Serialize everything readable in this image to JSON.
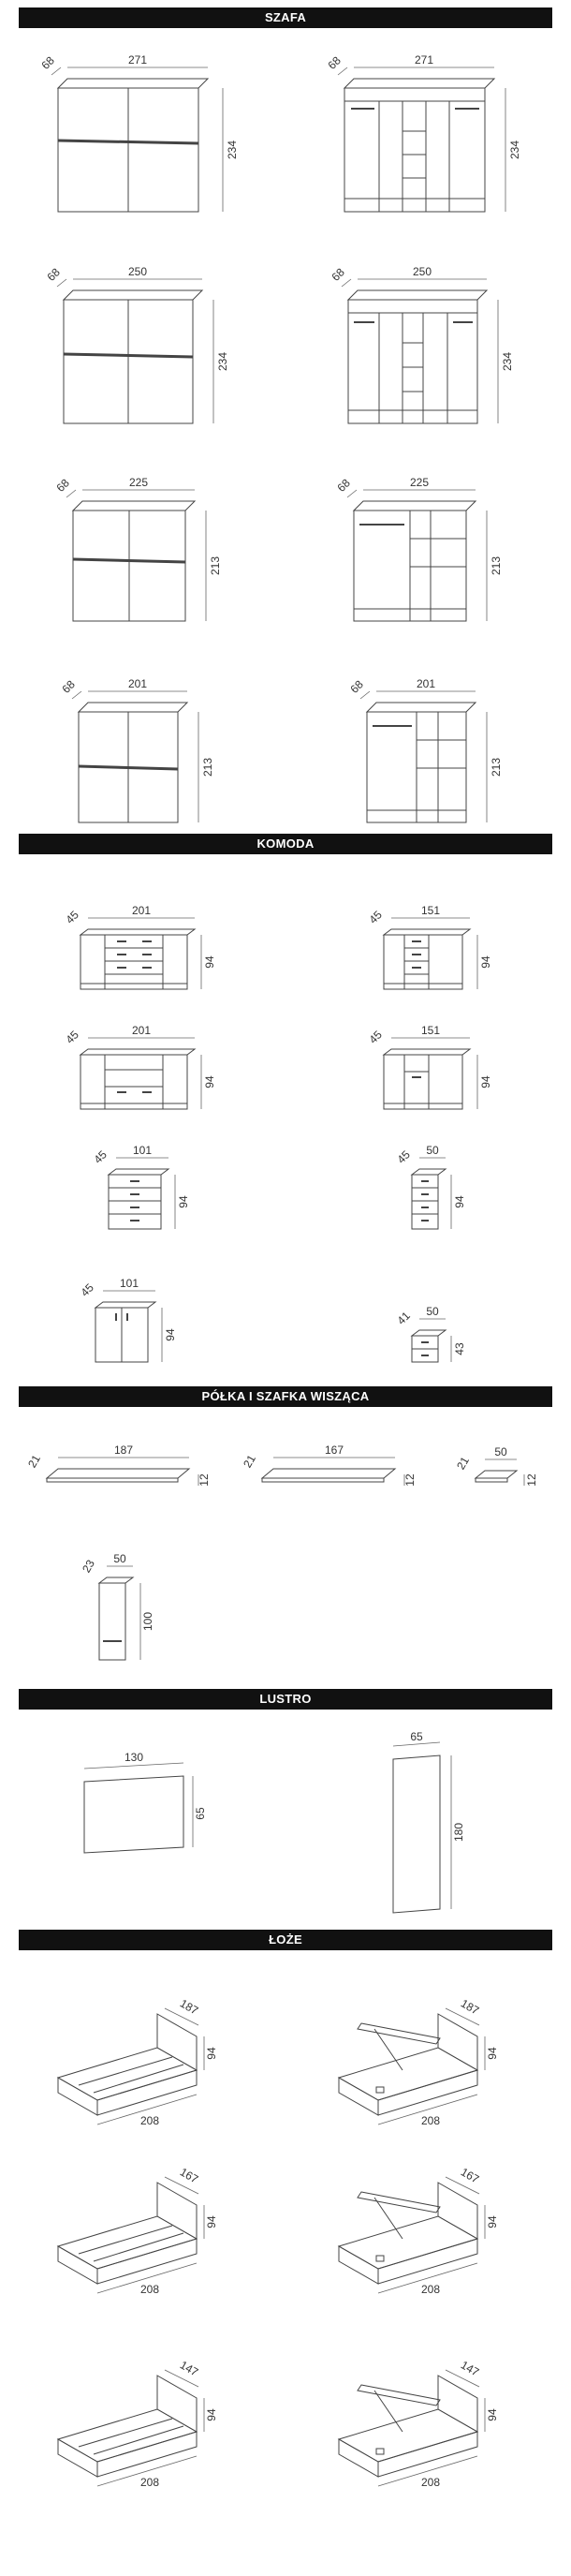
{
  "sections": {
    "szafa": "SZAFA",
    "komoda": "KOMODA",
    "polka": "PÓŁKA I SZAFKA WISZĄCA",
    "lustro": "LUSTRO",
    "loze": "ŁOŻE"
  },
  "wardrobes": [
    {
      "depth": "68",
      "width": "271",
      "height": "234"
    },
    {
      "depth": "68",
      "width": "250",
      "height": "234"
    },
    {
      "depth": "68",
      "width": "225",
      "height": "213"
    },
    {
      "depth": "68",
      "width": "201",
      "height": "213"
    }
  ],
  "dressers": [
    {
      "depth": "45",
      "width": "201",
      "height": "94"
    },
    {
      "depth": "45",
      "width": "151",
      "height": "94"
    },
    {
      "depth": "45",
      "width": "201",
      "height": "94"
    },
    {
      "depth": "45",
      "width": "151",
      "height": "94"
    },
    {
      "depth": "45",
      "width": "101",
      "height": "94"
    },
    {
      "depth": "45",
      "width": "50",
      "height": "94"
    },
    {
      "depth": "45",
      "width": "101",
      "height": "94"
    },
    {
      "depth": "41",
      "width": "50",
      "height": "43"
    }
  ],
  "shelves": [
    {
      "depth": "21",
      "width": "187",
      "height": "12"
    },
    {
      "depth": "21",
      "width": "167",
      "height": "12"
    },
    {
      "depth": "21",
      "width": "50",
      "height": "12"
    }
  ],
  "wall_cabinet": {
    "depth": "23",
    "width": "50",
    "height": "100"
  },
  "mirrors": [
    {
      "width": "130",
      "height": "65"
    },
    {
      "width": "65",
      "height": "180"
    }
  ],
  "beds": [
    {
      "width": "187",
      "length": "208",
      "height": "94"
    },
    {
      "width": "187",
      "length": "208",
      "height": "94"
    },
    {
      "width": "167",
      "length": "208",
      "height": "94"
    },
    {
      "width": "167",
      "length": "208",
      "height": "94"
    },
    {
      "width": "147",
      "length": "208",
      "height": "94"
    },
    {
      "width": "147",
      "length": "208",
      "height": "94"
    }
  ]
}
